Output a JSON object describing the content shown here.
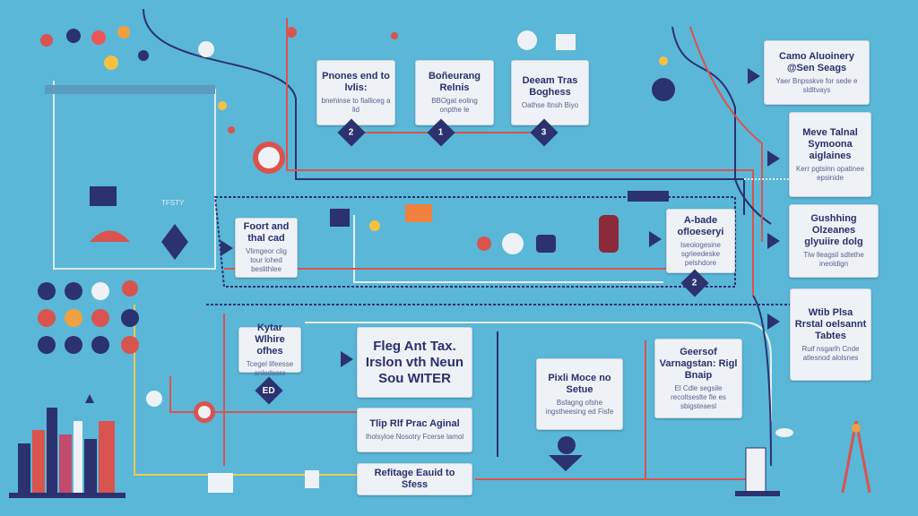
{
  "steps_top": [
    {
      "title": "Pnones end to lvlis:",
      "sub": "bnehinse to fialliceg a lid",
      "badge": "2"
    },
    {
      "title": "Boñeurang Relnis",
      "sub": "BBOgat eoling onpthe le",
      "badge": "1"
    },
    {
      "title": "Deeam Tras Boghess",
      "sub": "Oathse Itnsh Biyo",
      "badge": "3"
    }
  ],
  "steps_right": [
    {
      "title": "Camo Aluoinery @Sen Seags",
      "sub": "Yaer Bnpsskve for sede e sldltvays"
    },
    {
      "title": "Meve Talnal Symoona aiglaines",
      "sub": "Kerr pgtsinn opatinee epsinide"
    },
    {
      "title": "Gushhing Olzeanes glyuiire dolg",
      "sub": "Tlw lleagsil sdtethe ineoldign"
    },
    {
      "title": "Wtib Plsa Rrstal oelsannt Tabtes",
      "sub": "Ruif nsgarlh Cnde atlesnod alolsnes"
    }
  ],
  "steps_mid": [
    {
      "title": "Foort and thal cad",
      "sub": "Vlimgeor clig tour lohed beslithlee"
    },
    {
      "title": "A-bade ofloeseryi",
      "sub": "Iseoiogesine sgrleedeske pelshdore",
      "badge": "2"
    },
    {
      "title": "Kytar Wlhire ofhes",
      "sub": "Tcegel lifeesse anledsore",
      "badge": "ED"
    }
  ],
  "steps_bottom": [
    {
      "title": "Fleg Ant Tax. Irslon vth Neun Sou WITER"
    },
    {
      "title": "Tlip Rlf Prac Aginal",
      "sub": "Iholsyloe Nosotry Fcerse lamol"
    },
    {
      "title": "Refitage Eauid to Sfess"
    },
    {
      "title": "Pixli Moce no Setue",
      "sub": "Bsfagng ofshe ingstheesing ed Fisfe"
    },
    {
      "title": "Geersof Varnagstan: Rigl Bnaip",
      "sub": "El Cdle segsile recoltseslte fle es sbigsteaesl"
    }
  ],
  "labels": {
    "tag": "TFSTY"
  },
  "colors": {
    "background": "#5ab7d7",
    "navy": "#2c3170",
    "red": "#d9534f",
    "box": "#eef2f6"
  }
}
